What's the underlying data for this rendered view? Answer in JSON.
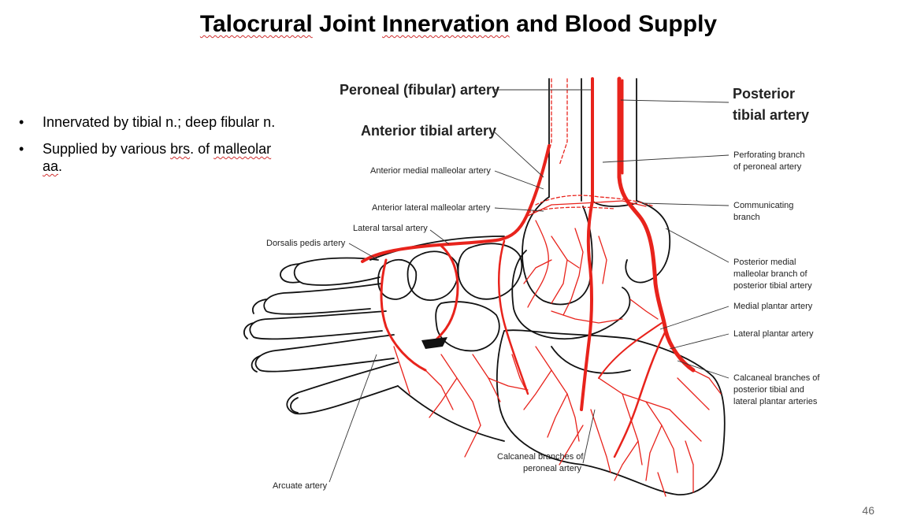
{
  "title": {
    "part1": "Talocrural",
    "part2": " Joint ",
    "part3": "Innervation",
    "part4": " and Blood Supply"
  },
  "bullets": {
    "item1": "Innervated by tibial n.; deep fibular n.",
    "item2_pre": "Supplied by various ",
    "item2_sq1": "brs",
    "item2_mid": ". of ",
    "item2_sq2": "malleolar aa",
    "item2_post": "."
  },
  "figure": {
    "labels": {
      "peroneal_artery": "Peroneal (fibular) artery",
      "anterior_tibial": "Anterior tibial artery",
      "posterior_tibial_1": "Posterior",
      "posterior_tibial_2": "tibial artery",
      "ant_medial_malleolar": "Anterior medial malleolar artery",
      "ant_lateral_malleolar": "Anterior lateral malleolar artery",
      "lateral_tarsal": "Lateral tarsal artery",
      "dorsalis_pedis": "Dorsalis pedis artery",
      "arcuate": "Arcuate artery",
      "perforating_1": "Perforating branch",
      "perforating_2": "of peroneal artery",
      "communicating_1": "Communicating",
      "communicating_2": "branch",
      "post_medial_1": "Posterior medial",
      "post_medial_2": "malleolar branch of",
      "post_medial_3": "posterior tibial artery",
      "medial_plantar": "Medial plantar artery",
      "lateral_plantar": "Lateral plantar artery",
      "calc_post_1": "Calcaneal branches of",
      "calc_post_2": "posterior tibial and",
      "calc_post_3": "lateral plantar arteries",
      "calc_peroneal_1": "Calcaneal branches of",
      "calc_peroneal_2": "peroneal artery"
    },
    "colors": {
      "artery": "#e8231c",
      "bone": "#111111",
      "leader": "#333333"
    }
  },
  "page_number": "46"
}
